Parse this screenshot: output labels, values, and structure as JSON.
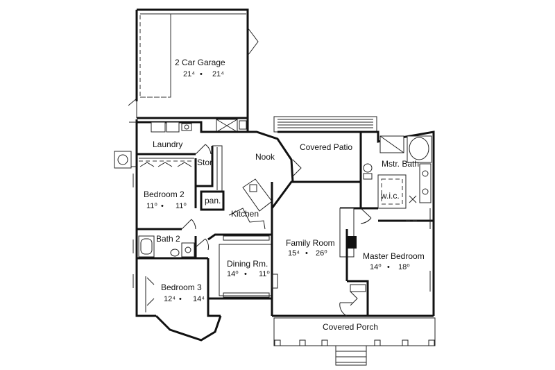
{
  "rooms": {
    "garage": {
      "name": "2 Car Garage",
      "dim_w": "21⁴",
      "dim_sep": "•",
      "dim_h": "21⁴"
    },
    "laundry": {
      "name": "Laundry"
    },
    "stor": {
      "name": "Stor"
    },
    "nook": {
      "name": "Nook"
    },
    "covered_patio": {
      "name": "Covered Patio"
    },
    "mstr_bath": {
      "name": "Mstr. Bath"
    },
    "wic": {
      "name": "w.i.c."
    },
    "bedroom2": {
      "name": "Bedroom 2",
      "dim_w": "11⁰",
      "dim_sep": "•",
      "dim_h": "11⁰"
    },
    "pantry": {
      "name": "pan."
    },
    "kitchen": {
      "name": "Kitchen"
    },
    "bath2": {
      "name": "Bath 2"
    },
    "family_room": {
      "name": "Family Room",
      "dim_w": "15⁴",
      "dim_sep": "•",
      "dim_h": "26⁰"
    },
    "master_bedroom": {
      "name": "Master Bedroom",
      "dim_w": "14⁰",
      "dim_sep": "•",
      "dim_h": "18⁰"
    },
    "dining": {
      "name": "Dining Rm.",
      "dim_w": "14⁰",
      "dim_sep": "•",
      "dim_h": "11⁰"
    },
    "bedroom3": {
      "name": "Bedroom 3",
      "dim_w": "12⁴",
      "dim_sep": "•",
      "dim_h": "14⁴"
    },
    "covered_porch": {
      "name": "Covered Porch"
    }
  }
}
